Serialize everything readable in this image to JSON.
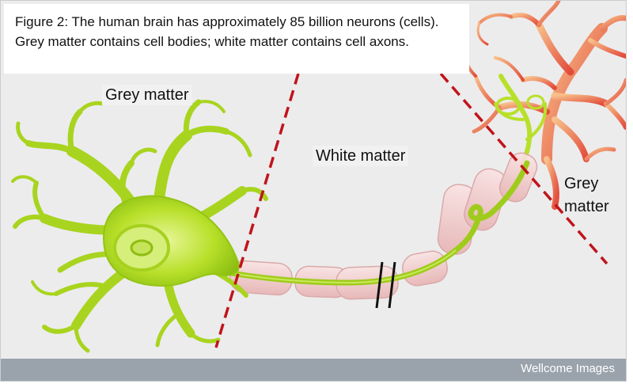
{
  "caption": "Figure 2: The human brain has approximately 85 billion neurons (cells). Grey matter contains cell bodies; white matter contains cell axons.",
  "labels": {
    "grey_matter_left": "Grey matter",
    "white_matter": "White matter",
    "grey_matter_right_line1": "Grey",
    "grey_matter_right_line2": "matter"
  },
  "credit": "Wellcome Images",
  "colors": {
    "neuron": "#b8e02a",
    "myelin": "#f2c6c6",
    "divider": "#c0141a",
    "dendrite_right": "#e9694a",
    "footer": "#9aa3ac"
  }
}
